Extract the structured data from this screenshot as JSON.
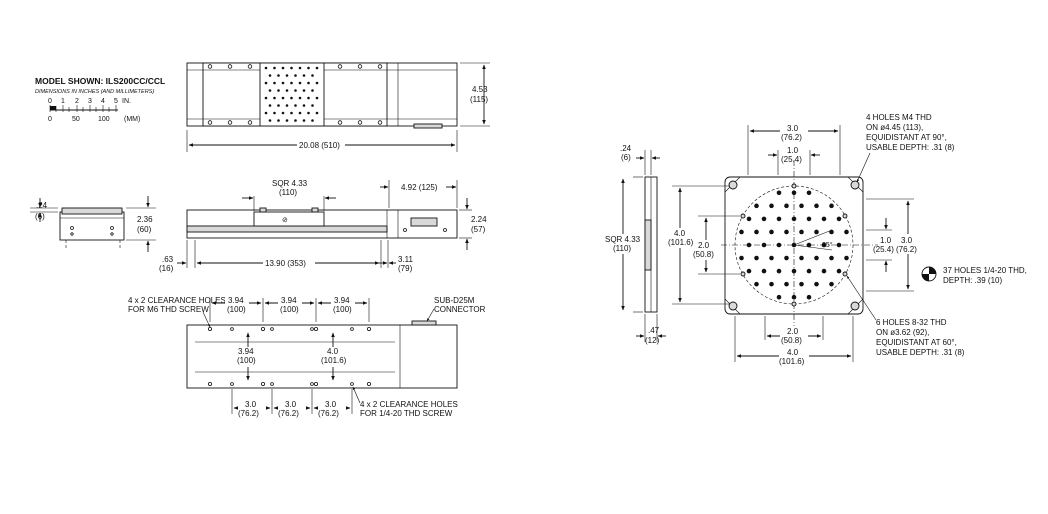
{
  "model": {
    "title": "MODEL SHOWN: ILS200CC/CCL",
    "subtitle": "DIMENSIONS IN INCHES (AND MILLIMETERS)",
    "scale_in_ticks": [
      "0",
      "1",
      "2",
      "3",
      "4",
      "5",
      "IN."
    ],
    "scale_mm_ticks": [
      "0",
      "50",
      "100",
      "(MM)"
    ]
  },
  "top_view": {
    "height_in": "4.53",
    "height_mm": "(115)",
    "length": "20.08 (510)"
  },
  "end_view": {
    "step_in": ".24",
    "step_mm": "(6)",
    "height_in": "2.36",
    "height_mm": "(60)"
  },
  "side_view": {
    "sqr_in": "SQR 4.33",
    "sqr_mm": "(110)",
    "motor_len": "4.92 (125)",
    "motor_h_in": "2.24",
    "motor_h_mm": "(57)",
    "offset_in": ".63",
    "offset_mm": "(16)",
    "travel": "13.90 (353)",
    "end_in": "3.11",
    "end_mm": "(79)"
  },
  "bottom_view": {
    "m6_note_1": "4 x 2 CLEARANCE HOLES",
    "m6_note_2": "FOR M6 THD SCREW",
    "pitch_in": [
      "3.94",
      "3.94",
      "3.94"
    ],
    "pitch_mm": [
      "(100)",
      "(100)",
      "(100)"
    ],
    "connector_1": "SUB-D25M",
    "connector_2": "CONNECTOR",
    "vert_a_in": "3.94",
    "vert_a_mm": "(100)",
    "vert_b_in": "4.0",
    "vert_b_mm": "(101.6)",
    "low_pitch_in": [
      "3.0",
      "3.0",
      "3.0"
    ],
    "low_pitch_mm": [
      "(76.2)",
      "(76.2)",
      "(76.2)"
    ],
    "quarter_note_1": "4 x 2 CLEARANCE HOLES",
    "quarter_note_2": "FOR 1/4-20 THD SCREW"
  },
  "carriage_side": {
    "thk_in": ".24",
    "thk_mm": "(6)",
    "sqr_in": "SQR 4.33",
    "sqr_mm": "(110)",
    "base_in": ".47",
    "base_mm": "(12)"
  },
  "carriage_top": {
    "top_3_in": "3.0",
    "top_3_mm": "(76.2)",
    "top_1_in": "1.0",
    "top_1_mm": "(25.4)",
    "m4_note": [
      "4 HOLES M4 THD",
      "ON ø4.45 (113),",
      "EQUIDISTANT AT 90°,",
      "USABLE DEPTH: .31 (8)"
    ],
    "left_4_in": "4.0",
    "left_4_mm": "(101.6)",
    "left_2_in": "2.0",
    "left_2_mm": "(50.8)",
    "angle": "25°",
    "right_1_in": "1.0",
    "right_1_mm": "(25.4)",
    "right_3_in": "3.0",
    "right_3_mm": "(76.2)",
    "holes_note": [
      "37 HOLES 1/4-20 THD,",
      "DEPTH: .39 (10)"
    ],
    "bot_2_in": "2.0",
    "bot_2_mm": "(50.8)",
    "bot_4_in": "4.0",
    "bot_4_mm": "(101.6)",
    "n832_note": [
      "6 HOLES 8-32 THD",
      "ON ø3.62 (92),",
      "EQUIDISTANT AT 60°,",
      "USABLE DEPTH: .31 (8)"
    ]
  }
}
